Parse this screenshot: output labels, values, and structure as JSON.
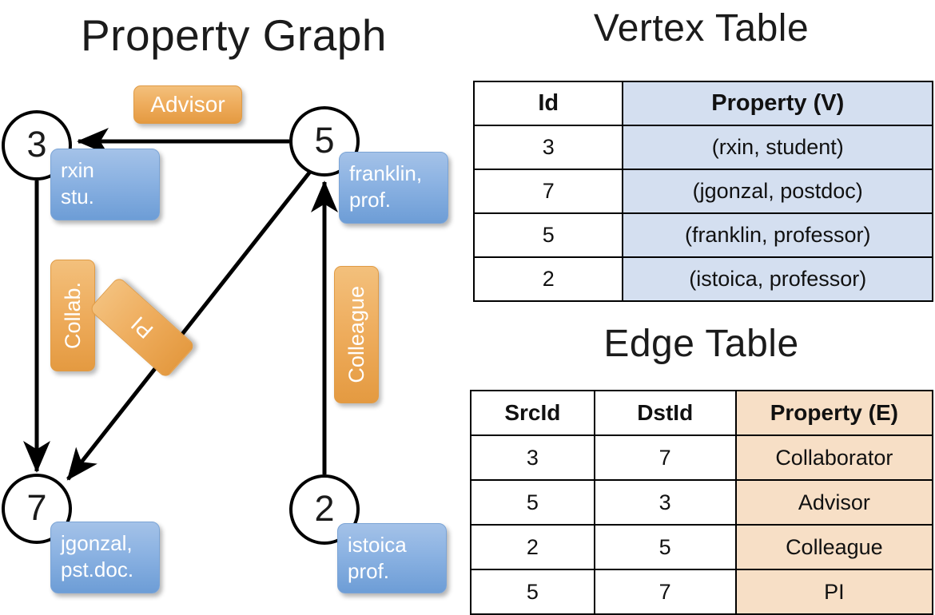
{
  "titles": {
    "graph": "Property Graph",
    "vertex_table": "Vertex Table",
    "edge_table": "Edge Table"
  },
  "graph": {
    "vertices": [
      {
        "id": "3",
        "name": "rxin",
        "role": "stu."
      },
      {
        "id": "5",
        "name": "franklin,",
        "role": "prof."
      },
      {
        "id": "7",
        "name": "jgonzal,",
        "role": "pst.doc."
      },
      {
        "id": "2",
        "name": "istoica",
        "role": "prof."
      }
    ],
    "edge_labels": [
      {
        "key": "advisor",
        "text": "Advisor"
      },
      {
        "key": "collab",
        "text": "Collab."
      },
      {
        "key": "pi",
        "text": "PI"
      },
      {
        "key": "colleague",
        "text": "Colleague"
      }
    ]
  },
  "vertex_table": {
    "columns": [
      "Id",
      "Property (V)"
    ],
    "rows": [
      {
        "id": "3",
        "property": "(rxin, student)"
      },
      {
        "id": "7",
        "property": "(jgonzal, postdoc)"
      },
      {
        "id": "5",
        "property": "(franklin, professor)"
      },
      {
        "id": "2",
        "property": "(istoica, professor)"
      }
    ]
  },
  "edge_table": {
    "columns": [
      "SrcId",
      "DstId",
      "Property (E)"
    ],
    "rows": [
      {
        "src": "3",
        "dst": "7",
        "property": "Collaborator"
      },
      {
        "src": "5",
        "dst": "3",
        "property": "Advisor"
      },
      {
        "src": "2",
        "dst": "5",
        "property": "Colleague"
      },
      {
        "src": "5",
        "dst": "7",
        "property": "PI"
      }
    ]
  },
  "colors": {
    "vertex_property_fill": "#d4dff0",
    "edge_property_fill": "#f7dfc6",
    "node_box_blue": "#8bb2e2",
    "edge_label_orange": "#eeac5c",
    "stroke": "#000000"
  }
}
